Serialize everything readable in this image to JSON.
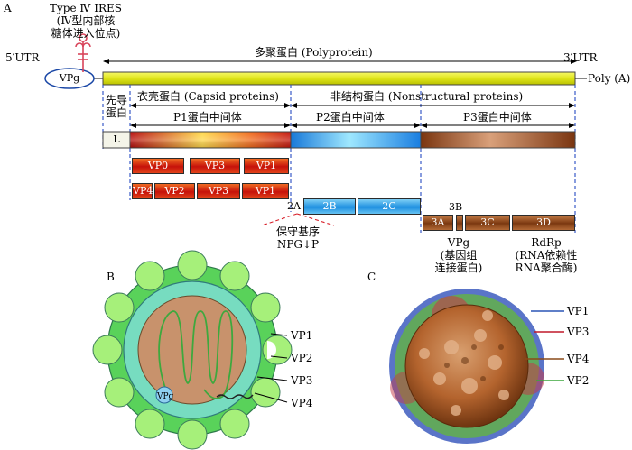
{
  "panels": {
    "a": "A",
    "b": "B",
    "c": "C"
  },
  "labels": {
    "ires_line1": "Type Ⅳ IRES",
    "ires_line2": "(Ⅳ型内部核",
    "ires_line3": "糖体进入位点)",
    "utr5": "5′UTR",
    "utr3": "3′UTR",
    "vpg": "VPg",
    "polyprotein": "多聚蛋白 (Polyprotein)",
    "poly_a": "Poly (A)",
    "leader_line1": "先导",
    "leader_line2": "蛋白",
    "capsid": "衣壳蛋白 (Capsid proteins)",
    "nonstructural": "非结构蛋白 (Nonstructural proteins)",
    "p1": "P1蛋白中间体",
    "p2": "P2蛋白中间体",
    "p3": "P3蛋白中间体",
    "L": "L",
    "motif_line1": "保守基序",
    "motif_line2": "NPG↓P",
    "b3": "3B",
    "vpg_desc_line1": "VPg",
    "vpg_desc_line2": "(基因组",
    "vpg_desc_line3": "连接蛋白)",
    "rdrp_line1": "RdRp",
    "rdrp_line2": "(RNA依赖性",
    "rdrp_line3": "RNA聚合酶)"
  },
  "segments": {
    "row1": [
      "VP0",
      "VP3",
      "VP1"
    ],
    "row2": [
      "VP4",
      "VP2",
      "VP3",
      "VP1"
    ],
    "p2": [
      "2A",
      "2B",
      "2C"
    ],
    "p3": [
      "3A",
      "3C",
      "3D"
    ]
  },
  "panel_b": {
    "vpg": "VPg",
    "labels": [
      "VP1",
      "VP2",
      "VP3",
      "VP4"
    ]
  },
  "panel_c": {
    "labels": [
      "VP1",
      "VP3",
      "VP4",
      "VP2"
    ]
  },
  "colors": {
    "polyprotein": "#e6ec1a",
    "p1": "#d92a10",
    "p2": "#2ea6ee",
    "p3": "#8a4318",
    "vp1_line": "#2a55b5",
    "vp3_line": "#c0182a",
    "vp4_line": "#8a4a18",
    "vp2_line": "#3aa63a"
  }
}
